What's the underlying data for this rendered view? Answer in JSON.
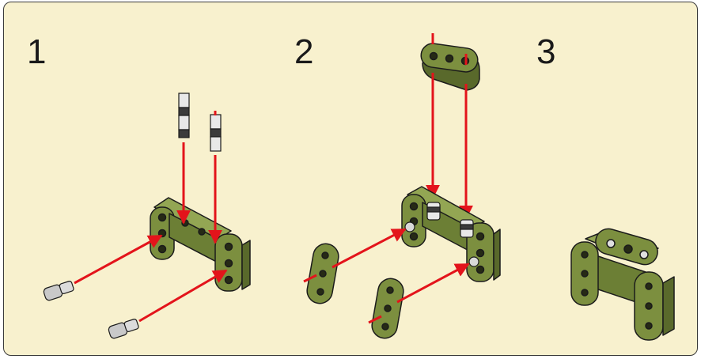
{
  "steps": [
    {
      "number": "1"
    },
    {
      "number": "2"
    },
    {
      "number": "3"
    }
  ],
  "colors": {
    "background": "#f8f1ce",
    "beam_green": "#7c8f3f",
    "beam_dark": "#59692b",
    "arrow_red": "#e3141b",
    "pin_grey": "#b8b8b8",
    "outline": "#1b1b1b"
  }
}
